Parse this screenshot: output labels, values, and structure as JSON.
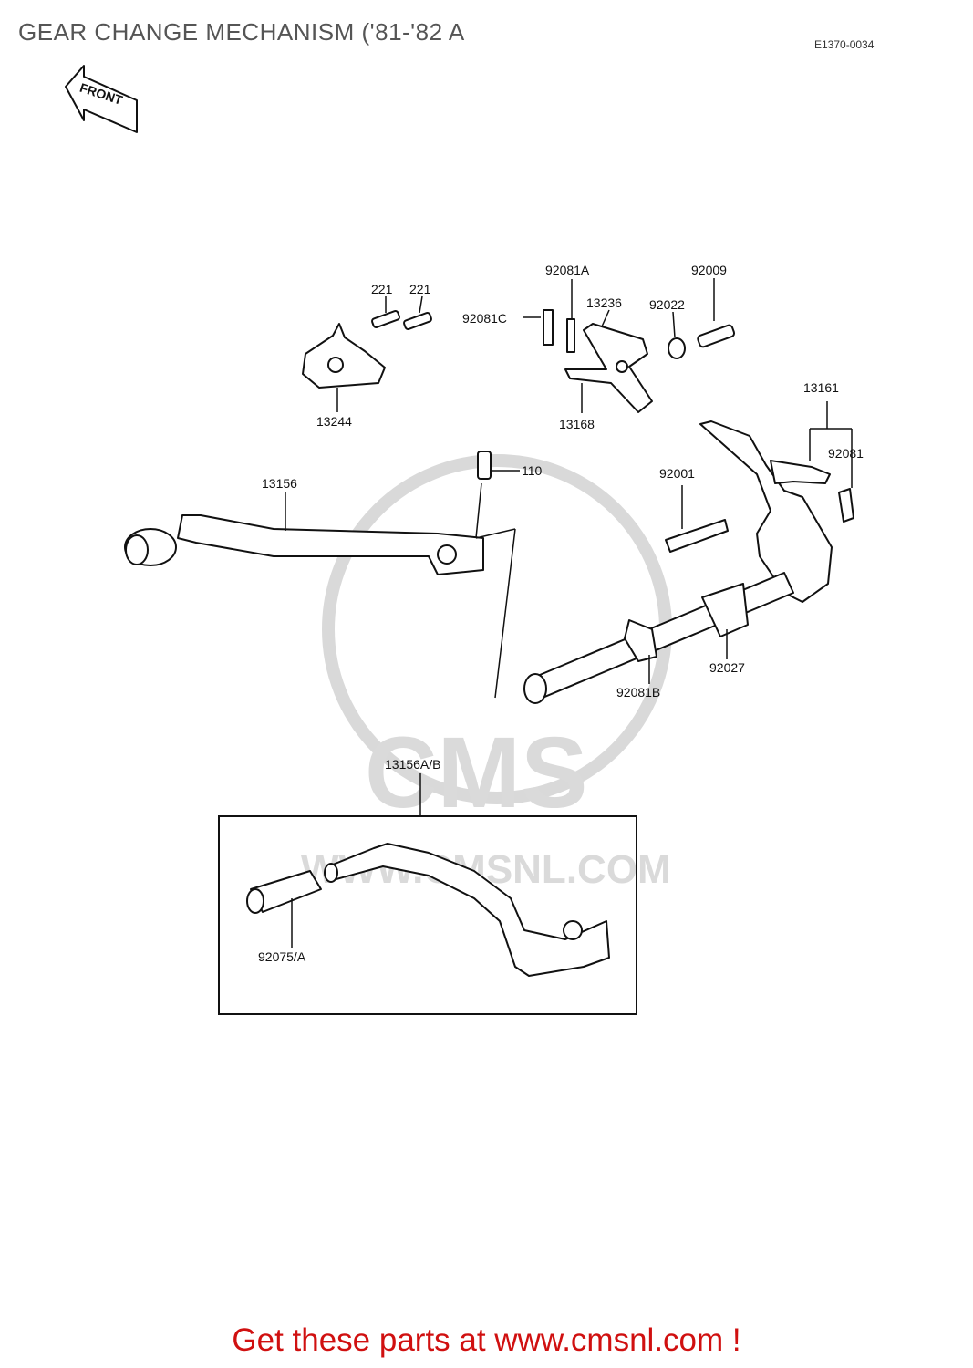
{
  "title": "GEAR CHANGE MECHANISM ('81-'82 A",
  "ref_code": "E1370-0034",
  "front_label": "FRONT",
  "watermark": {
    "brand": "CMS",
    "url": "WWW.CMSNL.COM"
  },
  "parts": {
    "p221a": "221",
    "p221b": "221",
    "p13244": "13244",
    "p92081A": "92081A",
    "p92081C": "92081C",
    "p13236": "13236",
    "p92022": "92022",
    "p92009": "92009",
    "p13168": "13168",
    "p13161": "13161",
    "p92081": "92081",
    "p13156": "13156",
    "p110": "110",
    "p92001": "92001",
    "p92027": "92027",
    "p92081B": "92081B",
    "p13156AB": "13156A/B",
    "p92075A": "92075/A"
  },
  "footer": "Get these parts at www.cmsnl.com !"
}
